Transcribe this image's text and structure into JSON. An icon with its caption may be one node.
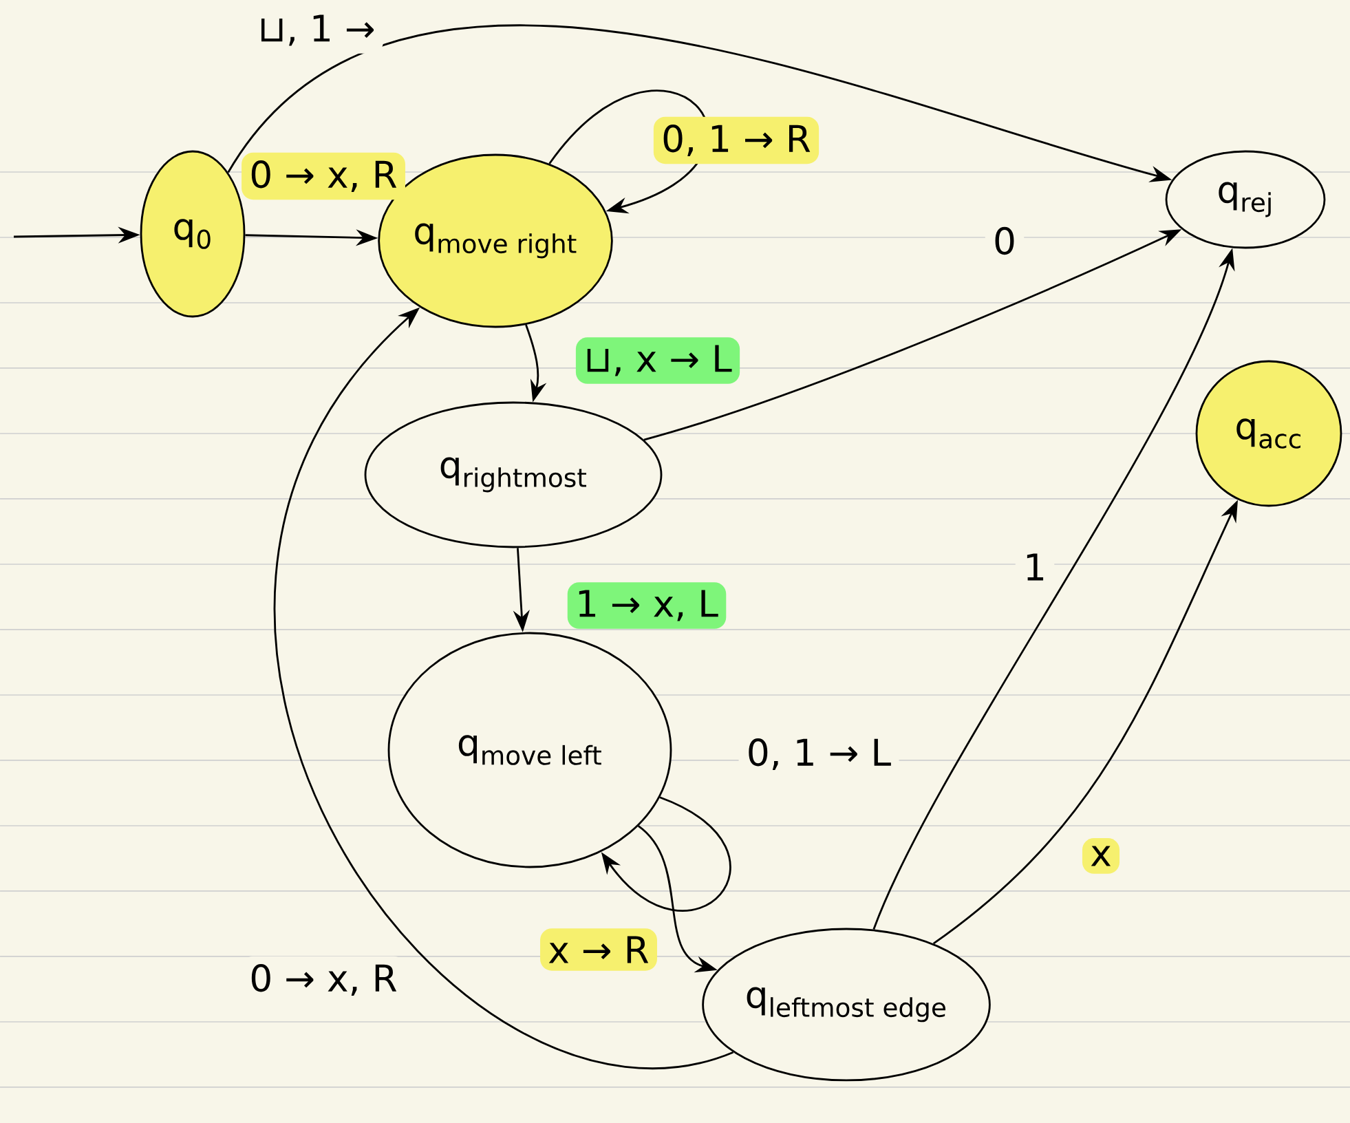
{
  "diagram": {
    "nodes": [
      {
        "text": [
          "\\text{q}_{\\text{0}}"
        ]
      },
      {
        "text": [
          "\\text{q}_{\\text{move right}}"
        ]
      },
      {
        "text": [
          "\\text{q}_{\\text{rej}}"
        ]
      },
      {
        "text": [
          "\\text{q}_{\\text{acc}}"
        ]
      },
      {
        "text": [
          "\\text{q}_{\\text{rightmost}}"
        ]
      },
      {
        "text": [
          "\\text{q}_{\\text{move left}}"
        ]
      },
      {
        "text": [
          "\\text{q}_{\\text{leftmost edge}}"
        ]
      }
    ],
    "edges": [
      {
        "from": null,
        "to": 0,
        "arrow": "to"
      },
      {
        "from": 0,
        "to": 2,
        "arrow": "to",
        "label": "⊔, 1 →"
      },
      {
        "from": 0,
        "to": 1,
        "arrow": "to",
        "label": "0 → x, R"
      },
      {
        "from": 1,
        "to": 1,
        "arrow": "to",
        "label": "0, 1 → R"
      },
      {
        "from": 1,
        "to": 4,
        "arrow": "to",
        "label": "⊔, x → L"
      },
      {
        "from": 4,
        "to": 2,
        "arrow": "to",
        "label": "0"
      },
      {
        "from": 4,
        "to": 5,
        "arrow": "to",
        "label": "1 → x, L"
      },
      {
        "from": 5,
        "to": 5,
        "arrow": "to",
        "label": "0, 1 → L"
      },
      {
        "from": 5,
        "to": 6,
        "arrow": "to",
        "label": "x → R"
      },
      {
        "from": 6,
        "to": 2,
        "arrow": "to",
        "label": "1"
      },
      {
        "from": 6,
        "to": 3,
        "arrow": "to",
        "label": "x"
      },
      {
        "from": 6,
        "to": 1,
        "arrow": "to",
        "label": "0 → x, R"
      }
    ]
  }
}
